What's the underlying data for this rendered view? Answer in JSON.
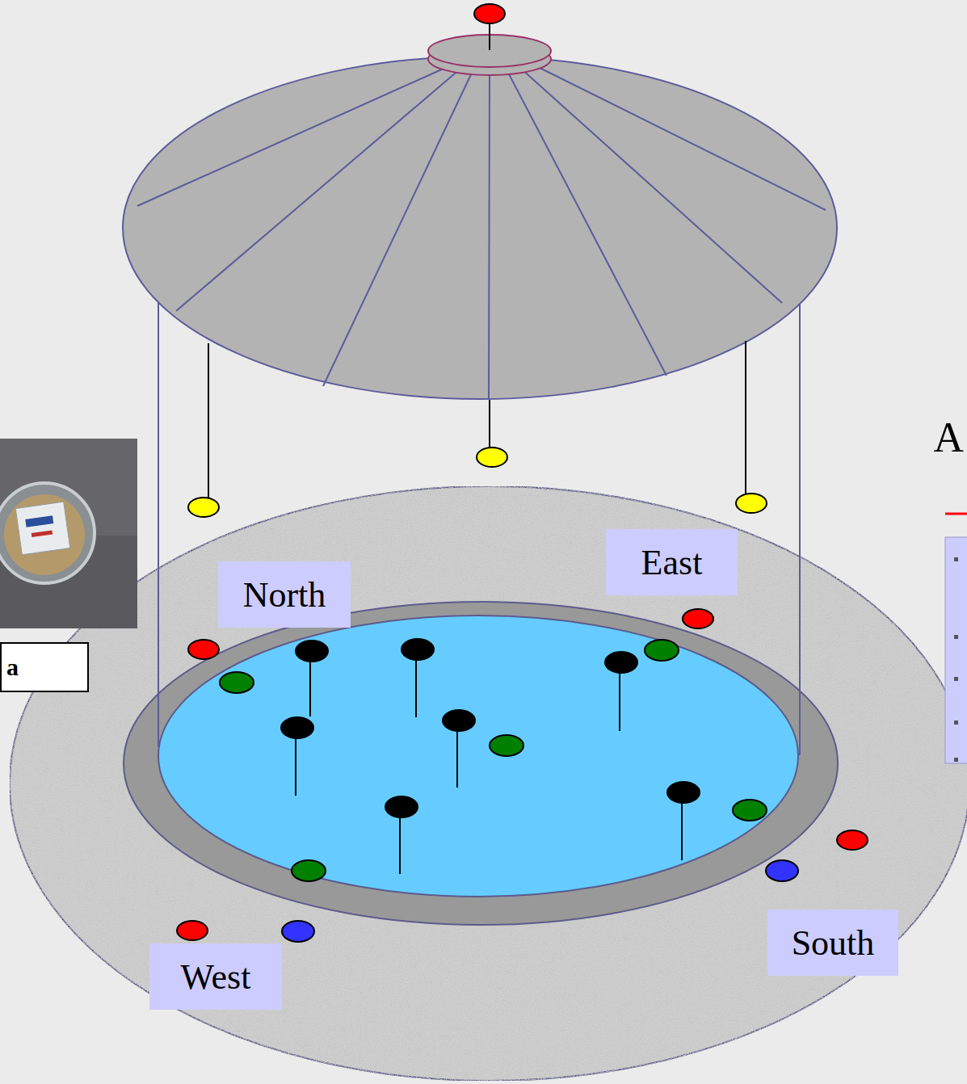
{
  "diagram": {
    "nodes": [
      {
        "text": [
          "East"
        ]
      },
      {
        "text": [
          "North"
        ]
      },
      {
        "text": [
          "a"
        ]
      },
      {
        "text": [
          "South"
        ]
      },
      {
        "text": [
          "West"
        ]
      }
    ],
    "labels": [
      "A"
    ]
  }
}
